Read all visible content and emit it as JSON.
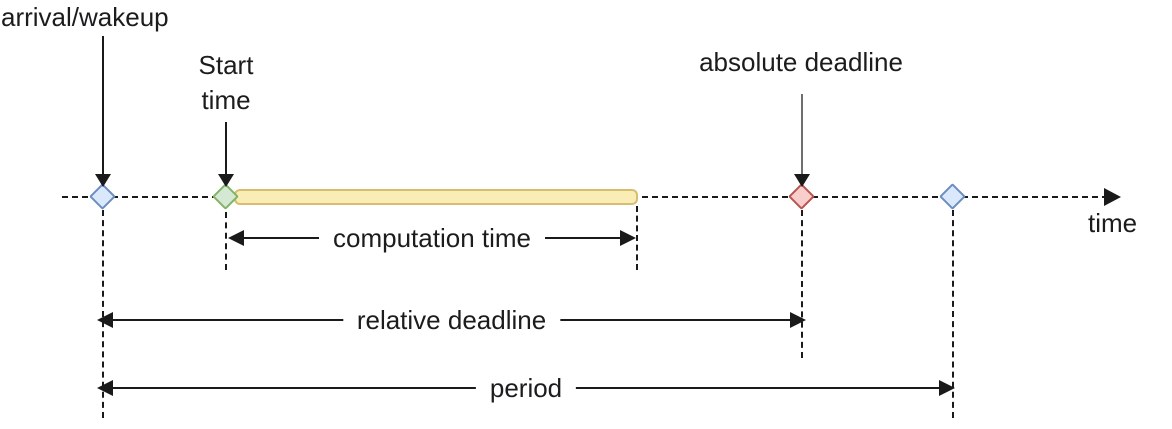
{
  "labels": {
    "arrival_wakeup": "arrival/wakeup",
    "start_time_line1": "Start",
    "start_time_line2": "time",
    "absolute_deadline": "absolute deadline",
    "computation_time": "computation time",
    "relative_deadline": "relative deadline",
    "period": "period",
    "time_axis": "time"
  },
  "markers": [
    {
      "name": "arrival-wakeup-marker",
      "shape": "diamond",
      "fill": "#dae8fc",
      "stroke": "#6c8ebf"
    },
    {
      "name": "start-time-marker",
      "shape": "diamond",
      "fill": "#d5e8d4",
      "stroke": "#82b366"
    },
    {
      "name": "absolute-deadline-marker",
      "shape": "diamond",
      "fill": "#f8cecc",
      "stroke": "#b85450"
    },
    {
      "name": "next-arrival-marker",
      "shape": "diamond",
      "fill": "#dae8fc",
      "stroke": "#6c8ebf"
    }
  ],
  "computation_bar": {
    "fill": "#f9edb5",
    "stroke": "#d8bd71"
  },
  "colors": {
    "line": "#1a1a1a",
    "text": "#1c1c1e",
    "absolute_deadline_arrow_shaft": "#6e6e6e"
  }
}
